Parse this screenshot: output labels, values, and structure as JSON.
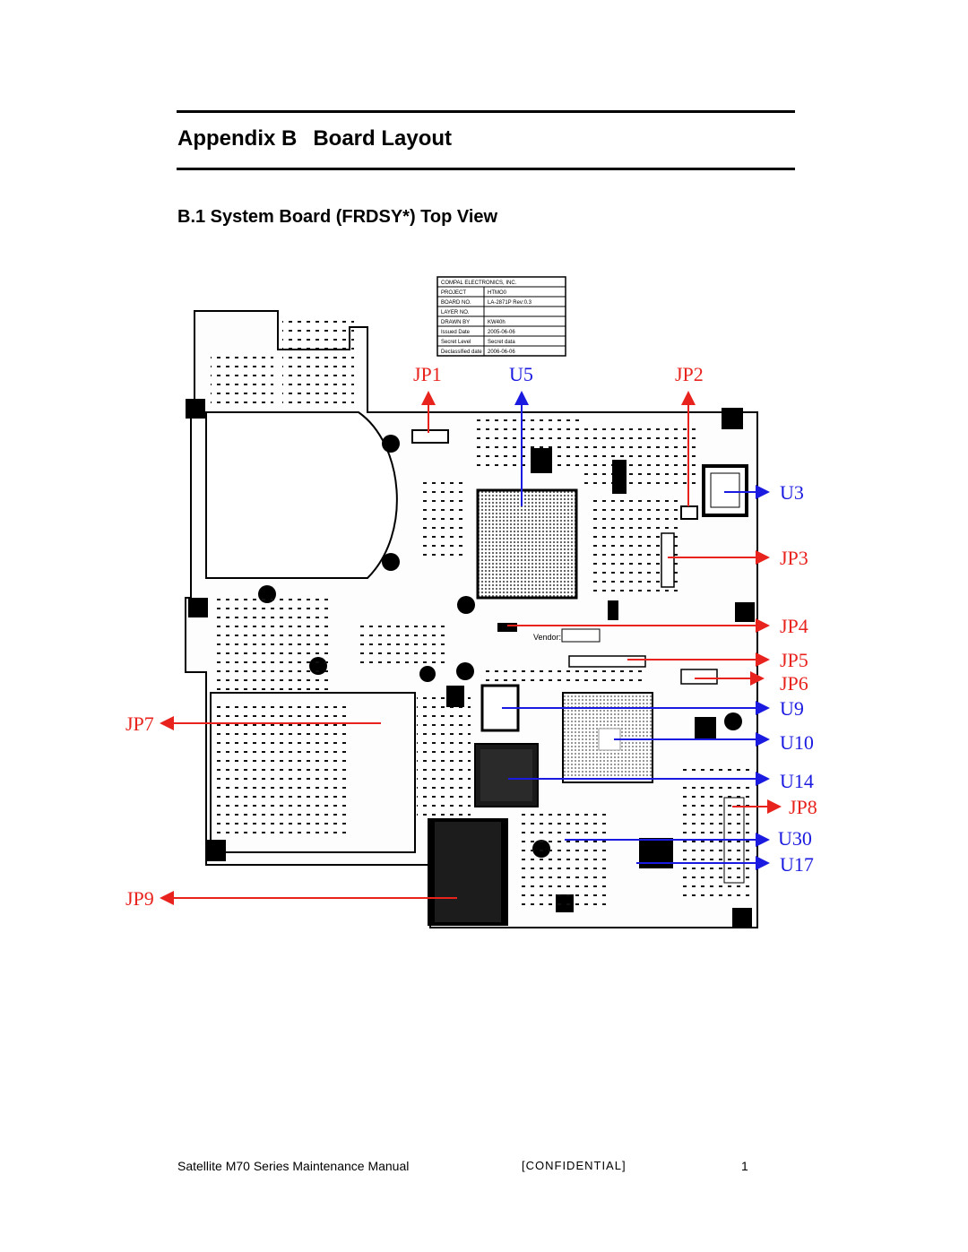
{
  "header": {
    "appendix": "Appendix B",
    "title": "Board Layout",
    "section": "B.1 System Board (FRDSY*) Top View"
  },
  "title_block": {
    "rows": [
      [
        "COMPAL ELECTRONICS, INC.",
        ""
      ],
      [
        "PROJECT",
        "HTMO0"
      ],
      [
        "BOARD NO.",
        "LA-2871P Rev:0.3"
      ],
      [
        "LAYER NO.",
        ""
      ],
      [
        "DRAWN BY",
        "KW40h"
      ],
      [
        "Issued Date",
        "2005-06-06"
      ],
      [
        "Secret Level",
        "Secret data"
      ],
      [
        "Declassified date",
        "2006-06-06"
      ]
    ]
  },
  "board_text": {
    "vendor": "Vendor:"
  },
  "callouts": {
    "JP1": "JP1",
    "U5": "U5",
    "JP2": "JP2",
    "U3": "U3",
    "JP3": "JP3",
    "JP4": "JP4",
    "JP5": "JP5",
    "JP6": "JP6",
    "U9": "U9",
    "U10": "U10",
    "U14": "U14",
    "JP8": "JP8",
    "U30": "U30",
    "U17": "U17",
    "JP7": "JP7",
    "JP9": "JP9"
  },
  "colors": {
    "jumper": "#e8231e",
    "chip": "#1a1ae0",
    "board": "#000000"
  },
  "footer": {
    "manual": "Satellite M70 Series Maintenance Manual",
    "confidential": "[CONFIDENTIAL]",
    "page": "1"
  }
}
